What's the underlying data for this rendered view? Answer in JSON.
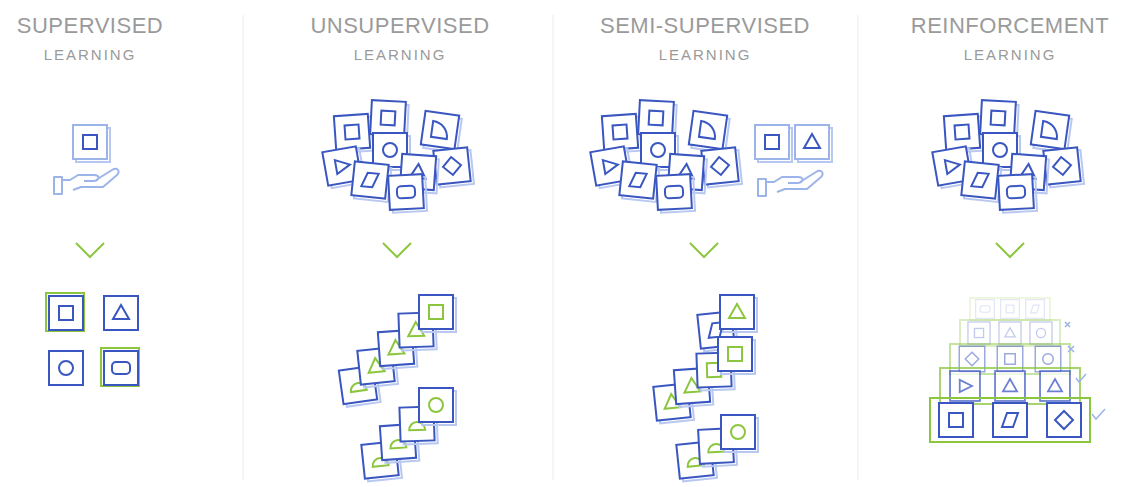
{
  "diagram": {
    "labels": [
      "SUPERVISED",
      "LEARNING",
      "UNSUPERVISED",
      "LEARNING",
      "SEMI-SUPERVISED",
      "LEARNING",
      "REINFORCEMENT",
      "LEARNING"
    ]
  }
}
